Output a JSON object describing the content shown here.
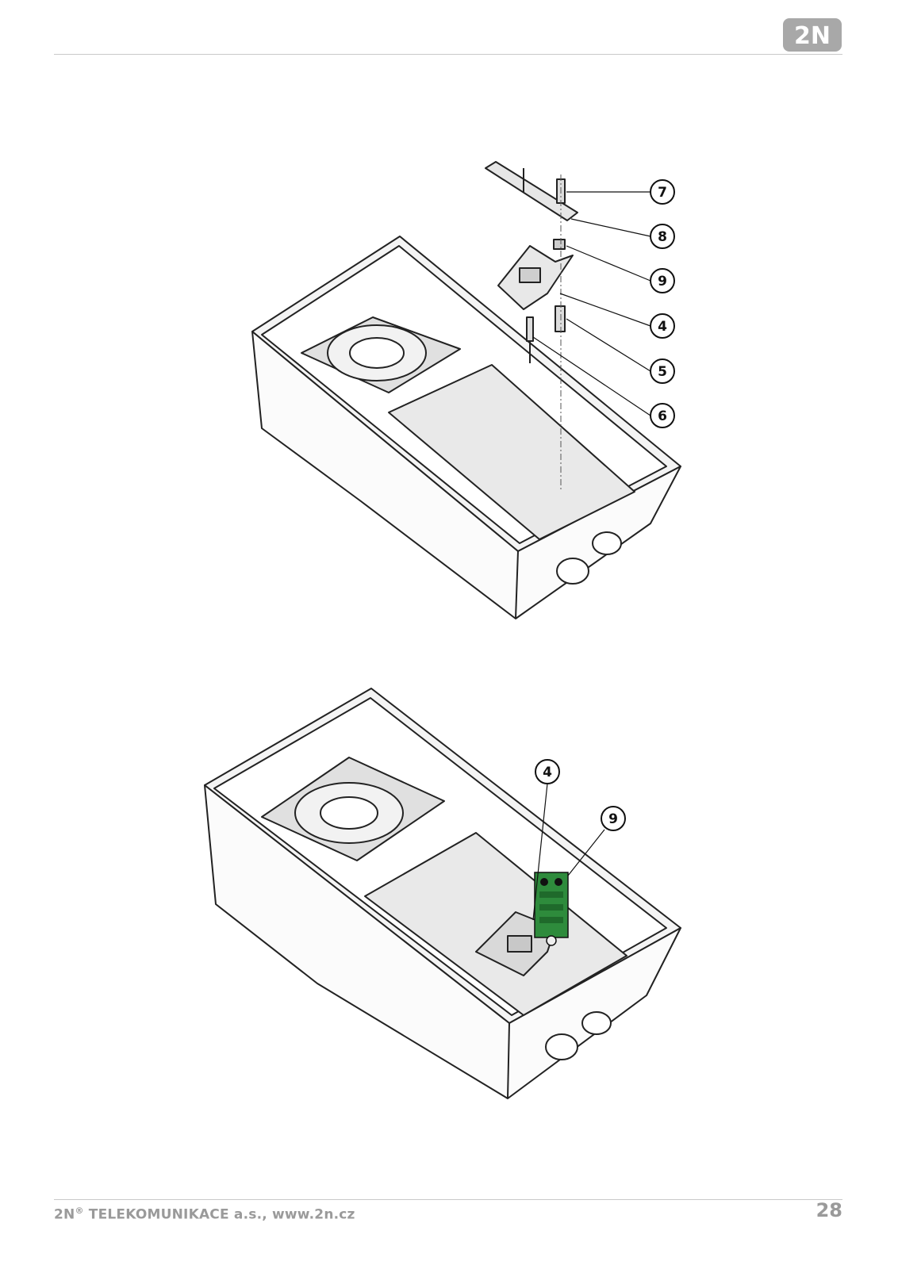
{
  "header": {
    "logo": "2N"
  },
  "figure_top": {
    "callouts": [
      {
        "label": "7"
      },
      {
        "label": "8"
      },
      {
        "label": "9"
      },
      {
        "label": "4"
      },
      {
        "label": "5"
      },
      {
        "label": "6"
      }
    ]
  },
  "figure_bottom": {
    "callouts": [
      {
        "label": "4"
      },
      {
        "label": "9"
      }
    ]
  },
  "footer": {
    "company_prefix": "2N",
    "registered": "®",
    "company_rest": " TELEKOMUNIKACE a.s., www.2n.cz",
    "page_number": "28"
  },
  "colors": {
    "accent_green": "#2e8b3c",
    "footer_grey": "#9a9a9a"
  }
}
